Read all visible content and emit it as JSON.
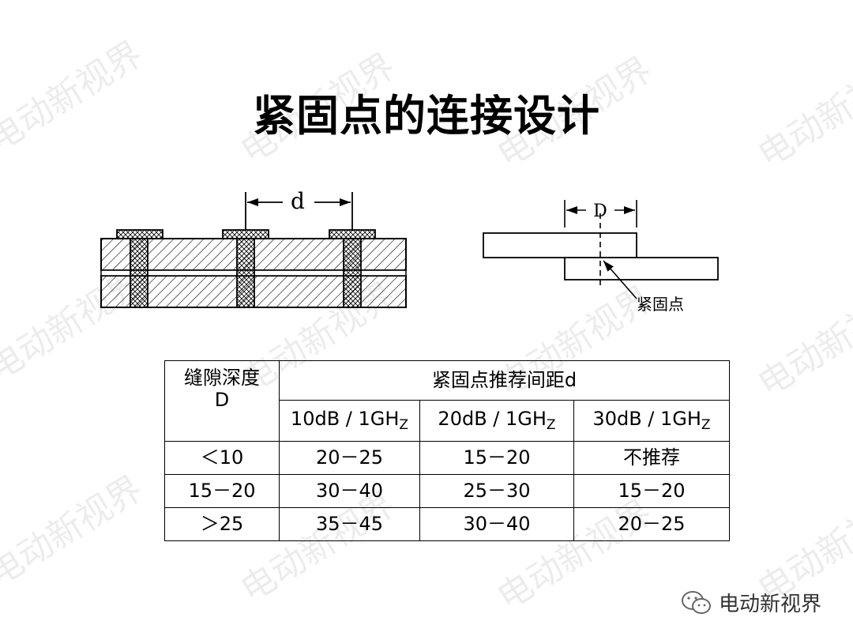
{
  "title": "紧固点的连接设计",
  "diagram_left": {
    "dimension_label": "d"
  },
  "diagram_right": {
    "dimension_label": "D",
    "callout_label": "紧固点"
  },
  "table": {
    "corner_header_line1": "缝隙深度",
    "corner_header_line2": "D",
    "group_header": "紧固点推荐间距d",
    "sub_headers": [
      {
        "main": "10dB / 1GH",
        "sub": "Z"
      },
      {
        "main": "20dB / 1GH",
        "sub": "Z"
      },
      {
        "main": "30dB / 1GH",
        "sub": "Z"
      }
    ],
    "rows": [
      {
        "depth": "＜10",
        "values": [
          "20－25",
          "15－20",
          "不推荐"
        ]
      },
      {
        "depth": "15－20",
        "values": [
          "30－40",
          "25－30",
          "15－20"
        ]
      },
      {
        "depth": "＞25",
        "values": [
          "35－45",
          "30－40",
          "20－25"
        ]
      }
    ]
  },
  "watermark_text": "电动新视界",
  "brand": {
    "icon": "wechat-icon",
    "label": "电动新视界"
  },
  "colors": {
    "text": "#000000",
    "background": "#ffffff"
  }
}
